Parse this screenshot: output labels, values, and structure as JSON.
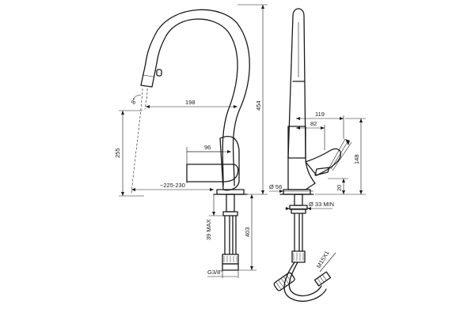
{
  "dimensions": {
    "reach": "198",
    "handle_offset": "96",
    "spray_reach": "~225-230",
    "height_to_aerator": "255",
    "overall_height": "454",
    "below_deck": "403",
    "max_deck_thickness": "39 MAX",
    "connection_thread": "G3/8\"",
    "spray_angle": "8°",
    "lever_reach": "119",
    "lever_offset": "82",
    "lever_height": "148",
    "lever_base": "20",
    "base_diameter": "Ø 56",
    "hole_diameter": "Ø 33 MIN",
    "hose_thread": "M15X1"
  }
}
